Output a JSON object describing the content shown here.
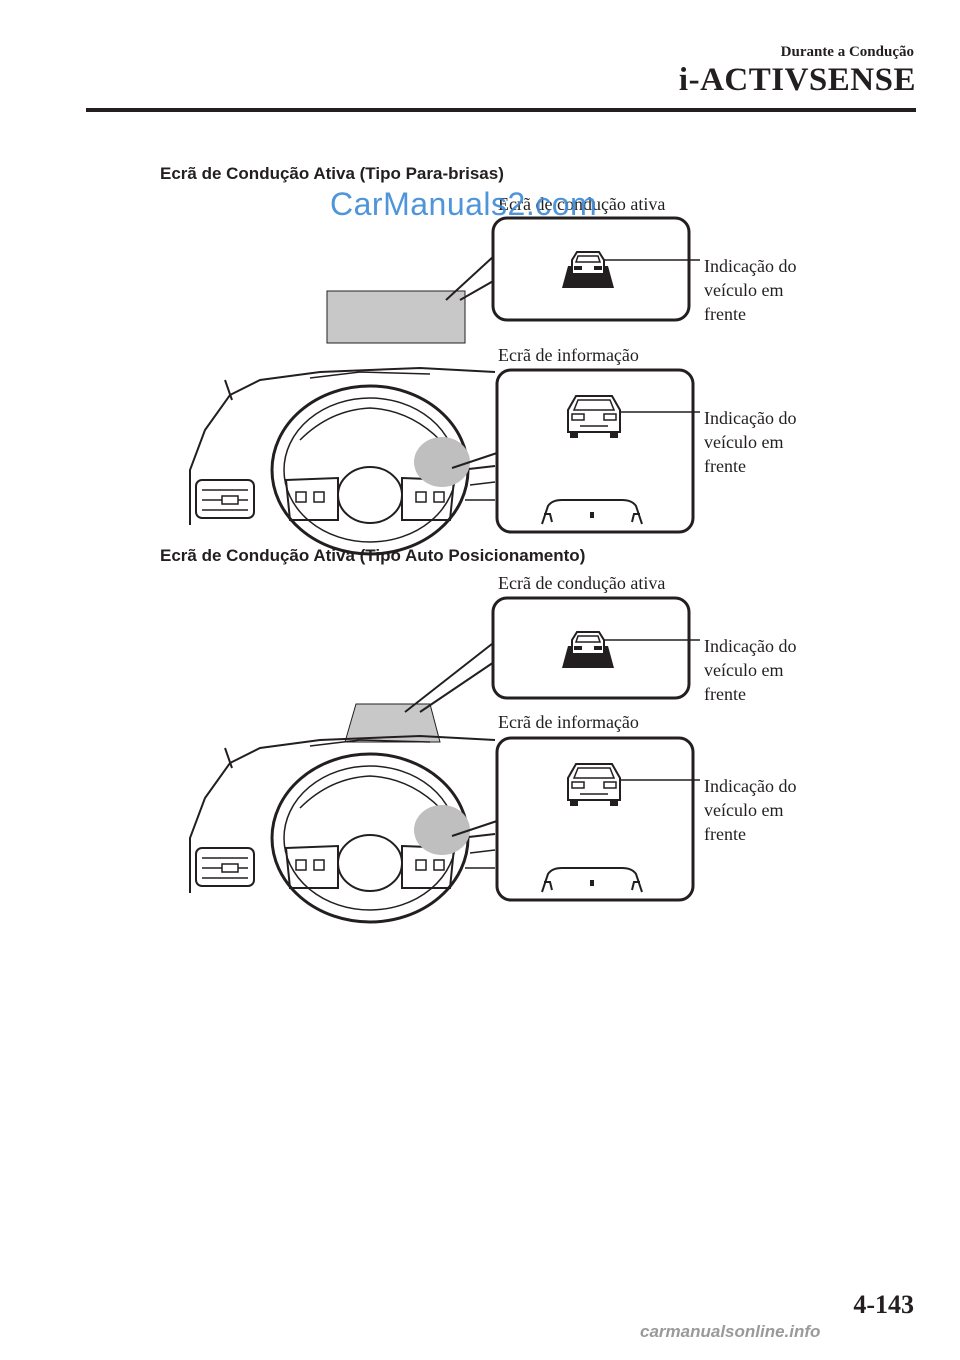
{
  "header": {
    "chapter": "Durante a Condução",
    "section": "i-ACTIVSENSE"
  },
  "watermark": "CarManuals2.com",
  "figure1": {
    "title": "Ecrã de Condução Ativa (Tipo Para-brisas)",
    "active_display_label": "Ecrã de condução ativa",
    "info_display_label": "Ecrã de informação",
    "indication_upper": [
      "Indicação do",
      "veículo em",
      "frente"
    ],
    "indication_lower": [
      "Indicação do",
      "veículo em",
      "frente"
    ]
  },
  "figure2": {
    "title": "Ecrã de Condução Ativa (Tipo Auto Posicionamento)",
    "active_display_label": "Ecrã de condução ativa",
    "info_display_label": "Ecrã de informação",
    "indication_upper": [
      "Indicação do",
      "veículo em",
      "frente"
    ],
    "indication_lower": [
      "Indicação do",
      "veículo em",
      "frente"
    ]
  },
  "page_number": "4-143",
  "footer_site": "carmanualsonline.info",
  "colors": {
    "text": "#231f20",
    "panel_fill": "#c8c8c8",
    "watermark": "#3d8ad6"
  }
}
